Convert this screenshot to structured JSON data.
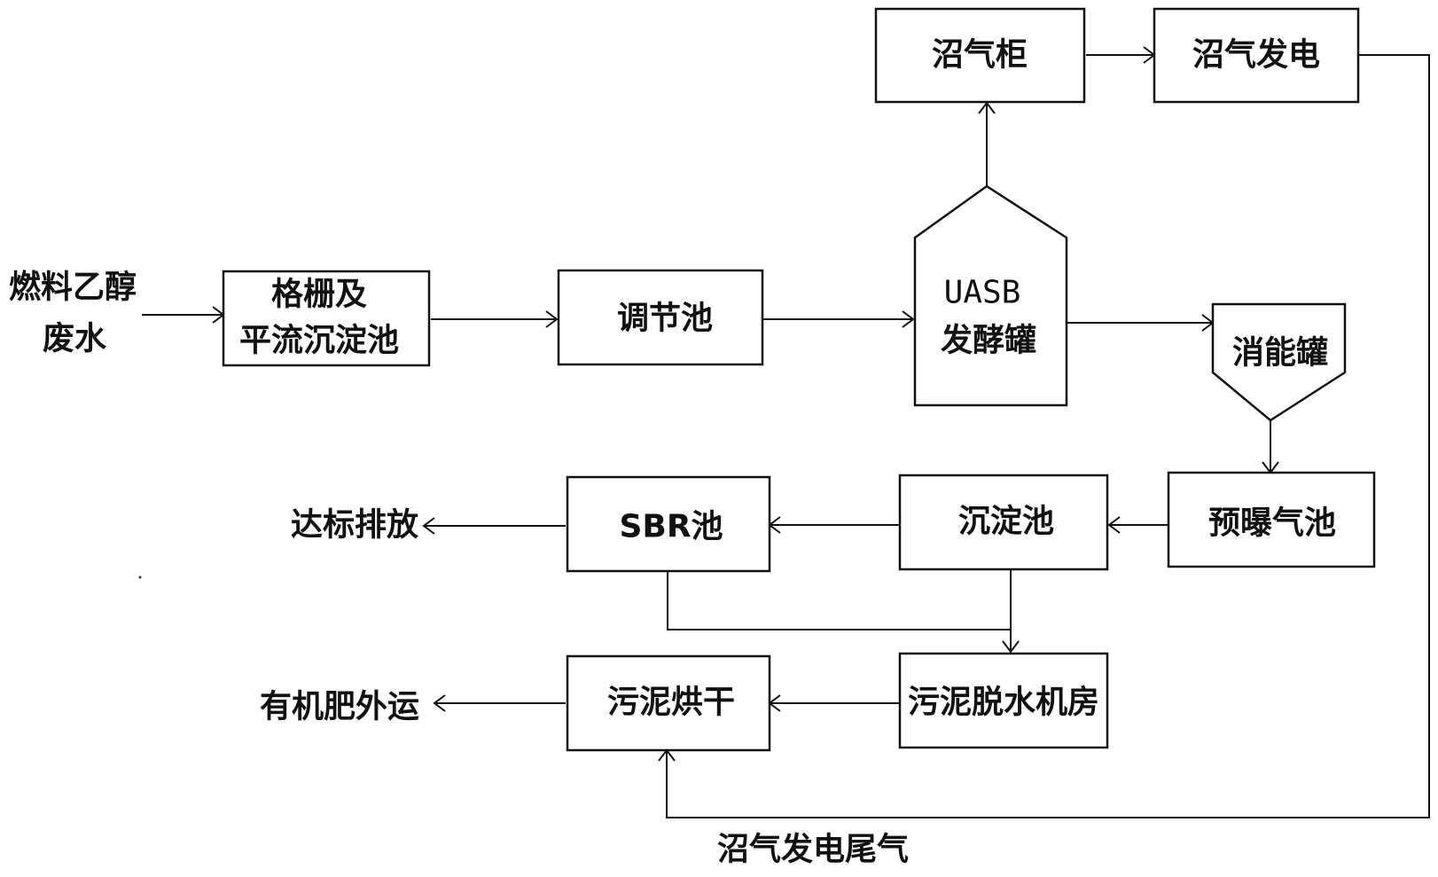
{
  "nodes": {
    "biogas_holder": "沼气柜",
    "biogas_power": "沼气发电",
    "grille_line1": "格栅及",
    "grille_line2": "平流沉淀池",
    "adjust_tank": "调节池",
    "uasb_line1": "UASB",
    "uasb_line2": "发酵罐",
    "energy_tank": "消能罐",
    "pre_aeration": "预曝气池",
    "settling": "沉淀池",
    "sbr": "SBR池",
    "sludge_dewater": "污泥脱水机房",
    "sludge_dry": "污泥烘干"
  },
  "labels": {
    "input_line1": "燃料乙醇",
    "input_line2": "废水",
    "discharge": "达标排放",
    "fertilizer": "有机肥外运",
    "exhaust": "沼气发电尾气"
  }
}
